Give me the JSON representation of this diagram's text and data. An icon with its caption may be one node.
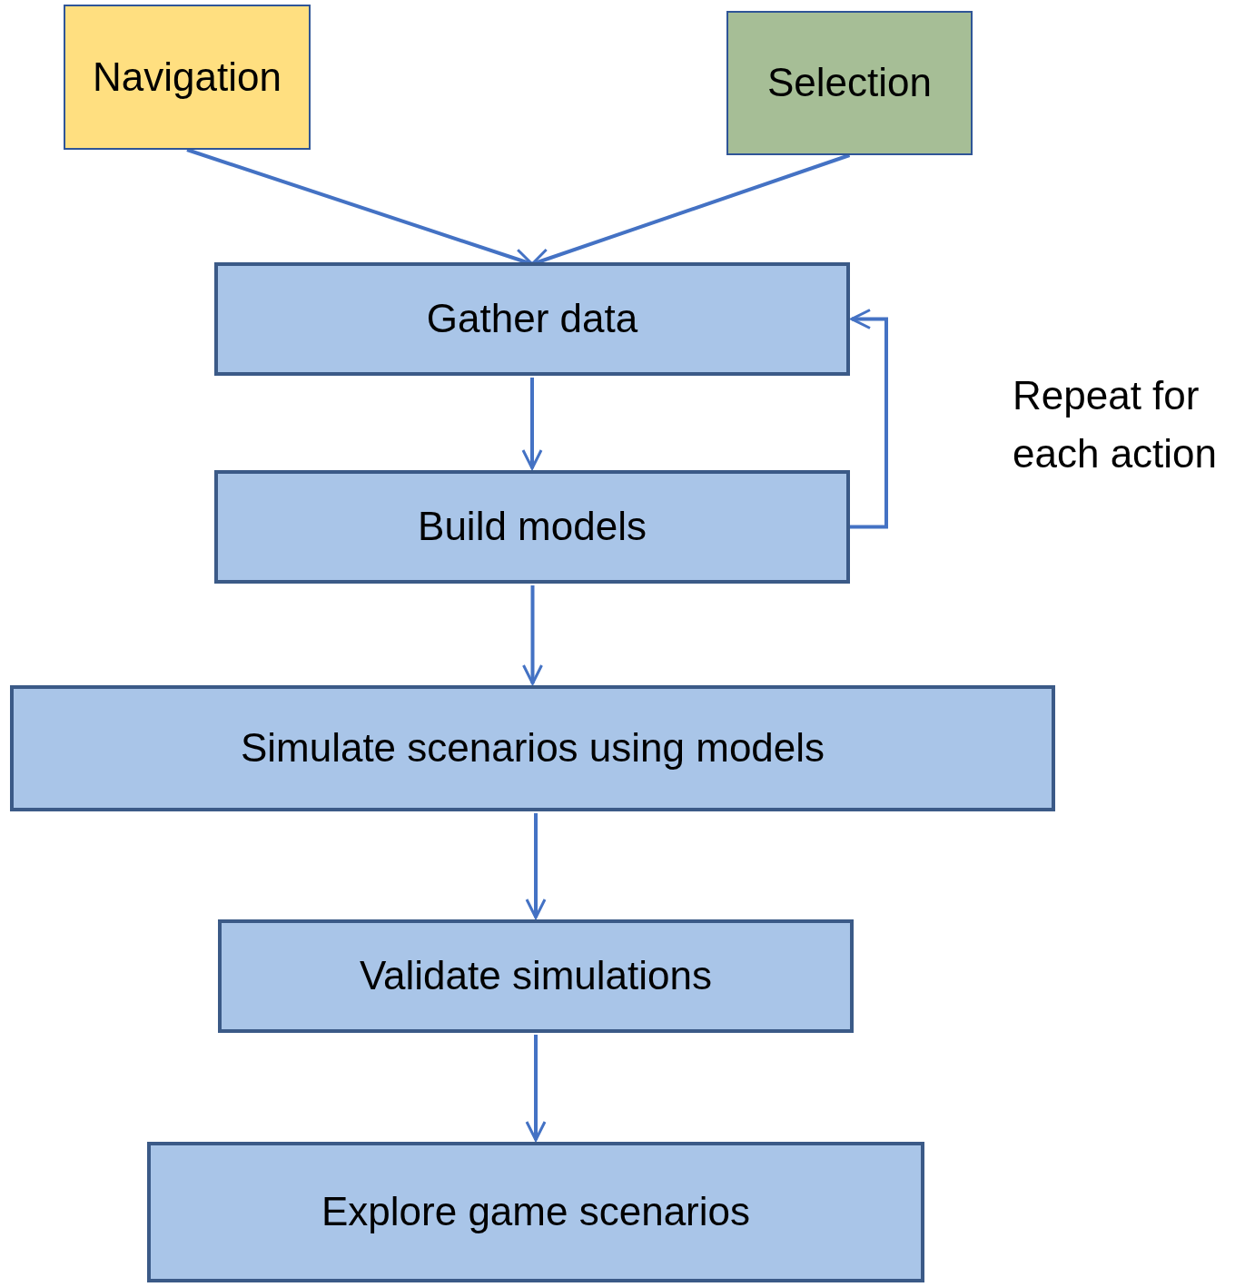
{
  "diagram": {
    "nodes": [
      {
        "text": [
          "Navigation"
        ]
      },
      {
        "text": [
          "Selection"
        ]
      },
      {
        "text": [
          "Gather data"
        ]
      },
      {
        "text": [
          "Build models"
        ]
      },
      {
        "text": [
          "Simulate scenarios using models"
        ]
      },
      {
        "text": [
          "Validate simulations"
        ]
      },
      {
        "text": [
          "Explore game scenarios"
        ]
      }
    ],
    "edges": [
      {
        "from": 0,
        "to": 2,
        "arrow": "to"
      },
      {
        "from": 1,
        "to": 2,
        "arrow": "to"
      },
      {
        "from": 2,
        "to": 3,
        "arrow": "to"
      },
      {
        "from": 3,
        "to": 2,
        "arrow": "to"
      },
      {
        "from": 3,
        "to": 4,
        "arrow": "to"
      },
      {
        "from": 4,
        "to": 5,
        "arrow": "to"
      },
      {
        "from": 5,
        "to": 6,
        "arrow": "to"
      }
    ],
    "labels": [
      "Repeat for each action"
    ]
  }
}
